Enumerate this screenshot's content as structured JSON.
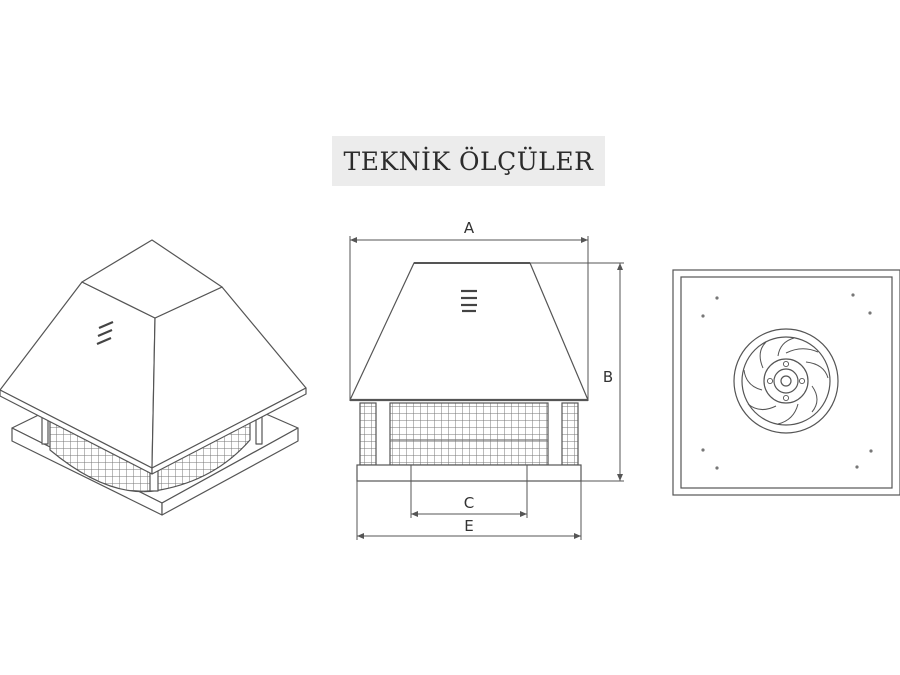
{
  "title": "TEKNİK ÖLÇÜLER",
  "dimensions": {
    "a": "A",
    "b": "B",
    "c": "C",
    "e": "E"
  },
  "colors": {
    "line": "#555555",
    "fill": "#ffffff",
    "title_bg": "#ececec"
  }
}
